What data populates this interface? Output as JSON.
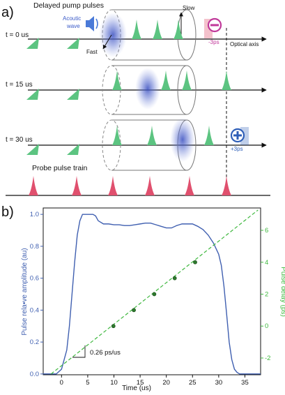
{
  "panel_a": {
    "label": "a)",
    "title": "Delayed pump pulses",
    "acoustic_label_1": "Acoutic",
    "acoustic_label_2": "wave",
    "slow_label": "Slow",
    "fast_label": "Fast",
    "optical_axis_label": "Optical axis",
    "rows": [
      {
        "time_label": "t = 0 us"
      },
      {
        "time_label": "t = 15 us"
      },
      {
        "time_label": "t = 30 us"
      }
    ],
    "minus_delay_label": "-3ps",
    "plus_delay_label": "+3ps",
    "probe_title": "Probe pulse train",
    "icons": {
      "speaker": "speaker-icon",
      "minus": "minus-circle-icon",
      "plus": "plus-circle-icon"
    },
    "colors": {
      "pump": "#5cc481",
      "probe": "#e0506e",
      "wave": "#3a4fc0",
      "minus": "#c0399a",
      "plus": "#2f5fb8"
    }
  },
  "panel_b": {
    "label": "b)",
    "slope_label": "0.26 ps/us"
  },
  "chart_data": {
    "type": "line",
    "title": "",
    "xlabel": "Time (us)",
    "ylabel": "Pulse rela•ve amplitude (au)",
    "y2label": "Pulse delay (ps)",
    "xlim": [
      -3.5,
      38
    ],
    "ylim": [
      -0.005,
      1.04
    ],
    "y2lim": [
      -3.05,
      7.4
    ],
    "xticks": [
      0,
      5,
      10,
      15,
      20,
      25,
      30,
      35
    ],
    "yticks": [
      0.0,
      0.2,
      0.4,
      0.6,
      0.8,
      1.0
    ],
    "y2ticks": [
      -2,
      0,
      2,
      4,
      6
    ],
    "grid": false,
    "colors": {
      "amplitude": "#3f5fb0",
      "delay": "#3fb83f"
    },
    "series": [
      {
        "axis": "left",
        "x": [
          -3.5,
          -1,
          0,
          1,
          1.5,
          2,
          2.5,
          3,
          3.5,
          4,
          5,
          6,
          6.5,
          7,
          8,
          9,
          10,
          11,
          12,
          13,
          14,
          15,
          16,
          17,
          18,
          19,
          20,
          21,
          22,
          23,
          24,
          25,
          26,
          27,
          28,
          29,
          30,
          30.5,
          31,
          31.5,
          32,
          32.5,
          33,
          33.5,
          34,
          35,
          38
        ],
        "y": [
          0.0,
          0.0,
          0.03,
          0.15,
          0.3,
          0.5,
          0.7,
          0.87,
          0.96,
          1.0,
          1.0,
          1.0,
          0.99,
          0.96,
          0.94,
          0.94,
          0.935,
          0.935,
          0.93,
          0.93,
          0.935,
          0.94,
          0.945,
          0.945,
          0.935,
          0.925,
          0.915,
          0.915,
          0.93,
          0.94,
          0.94,
          0.94,
          0.925,
          0.905,
          0.87,
          0.82,
          0.75,
          0.68,
          0.55,
          0.38,
          0.2,
          0.09,
          0.03,
          0.01,
          0.0,
          0.0,
          0.0
        ]
      },
      {
        "axis": "right",
        "x": [
          -2,
          37.5
        ],
        "y": [
          -3.0,
          7.27
        ],
        "slope": 0.26
      },
      {
        "axis": "right",
        "x": [
          9.9,
          13.8,
          17.7,
          21.6,
          25.5
        ],
        "y": [
          0,
          1,
          2,
          3,
          4
        ]
      }
    ]
  }
}
